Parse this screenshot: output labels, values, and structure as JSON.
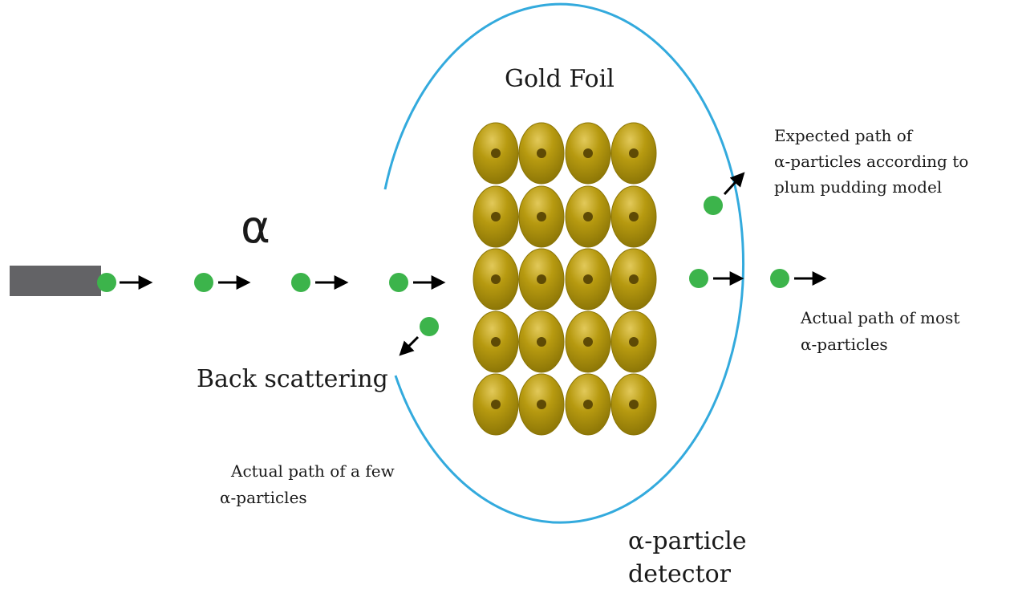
{
  "labels": {
    "gold_foil": "Gold Foil",
    "alpha_symbol": "α",
    "back_scattering": "Back scattering",
    "expected_path": [
      "Expected path of",
      "α-particles according to",
      "plum pudding model"
    ],
    "actual_most": [
      "Actual path of most",
      "α-particles"
    ],
    "actual_few": [
      "Actual path of a few",
      "α-particles"
    ],
    "detector": [
      "α-particle",
      "detector"
    ]
  },
  "foil": {
    "rows": 5,
    "cols": 4
  },
  "colors": {
    "source": "#636366",
    "particle": "#3cb44b",
    "atom_dark": "#8a7406",
    "atom_mid": "#b79a10",
    "atom_light": "#e2c95a",
    "nucleus": "#5e4a05",
    "detector": "#33aadd",
    "arrow": "#000000"
  }
}
